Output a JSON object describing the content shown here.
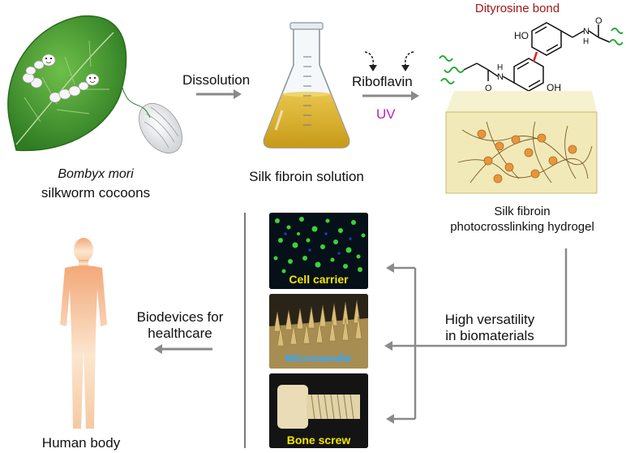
{
  "labels": {
    "species": "Bombyx mori",
    "cocoons": "silkworm cocoons",
    "dissolution": "Dissolution",
    "solution": "Silk fibroin solution",
    "riboflavin": "Riboflavin",
    "uv": "UV",
    "dityrosine": "Dityrosine bond",
    "hydrogel_line1": "Silk fibroin",
    "hydrogel_line2": "photocrosslinking hydrogel",
    "versatility_line1": "High versatility",
    "versatility_line2": "in biomaterials",
    "biodevices_line1": "Biodevices for",
    "biodevices_line2": "healthcare",
    "human_body": "Human body",
    "cell_carrier": "Cell  carrier",
    "microneedle": "Microneedle",
    "bone_screw": "Bone screw",
    "ho_top": "HO",
    "oh_bottom": "OH",
    "n_left": "N",
    "n_right": "N",
    "h_left": "H",
    "h_right": "H",
    "o_left": "O",
    "o_right": "O"
  },
  "colors": {
    "arrow": "#8a8a8a",
    "uv": "#c020c0",
    "dityrosine": "#a01818",
    "bond_highlight": "#e02020",
    "cell_carrier_text": "#f2e600",
    "microneedle_text": "#35a8ff",
    "bone_screw_text": "#f2e600",
    "leaf": "#3f8f2e",
    "solution": "#d9b020",
    "bead": "#e6963e",
    "wavy": "#22aa33"
  }
}
